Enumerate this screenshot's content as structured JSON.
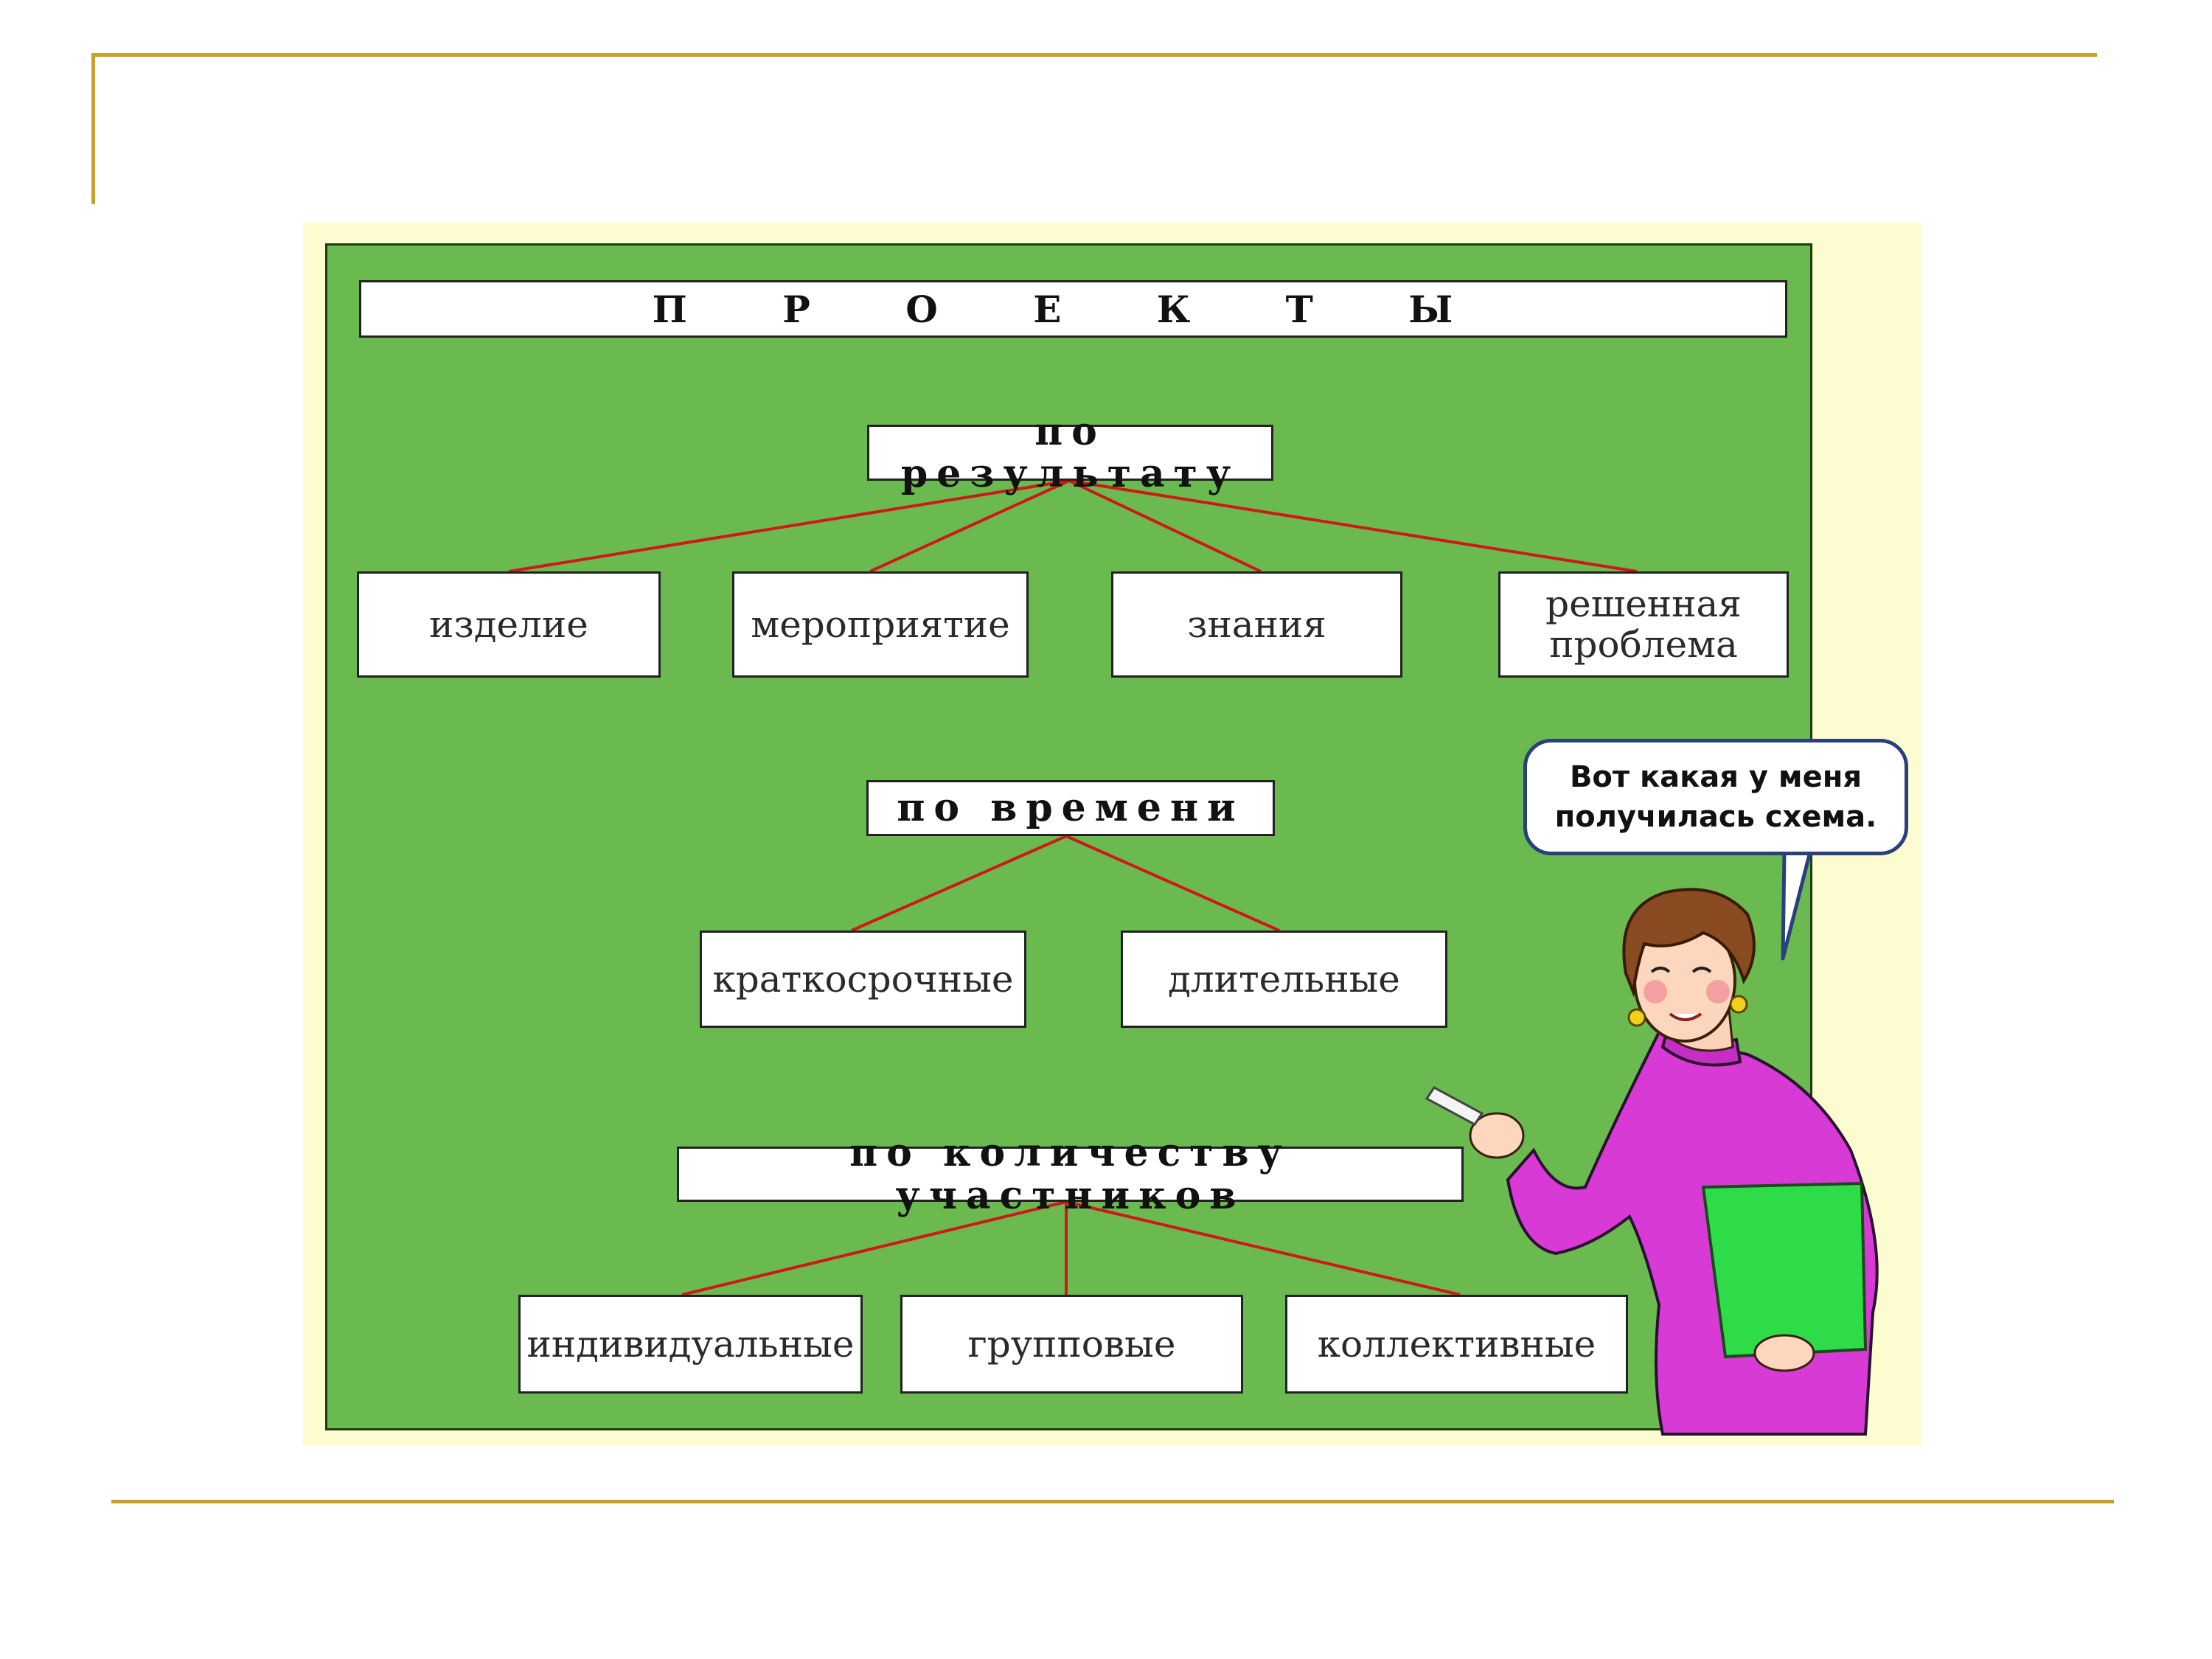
{
  "diagram": {
    "title": "П Р О Е К Т Ы",
    "groups": [
      {
        "label": "по результату",
        "items": [
          "изделие",
          "мероприятие",
          "знания",
          "решенная проблема"
        ]
      },
      {
        "label": "по времени",
        "items": [
          "краткосрочные",
          "длительные"
        ]
      },
      {
        "label": "по количеству участников",
        "items": [
          "индивидуальные",
          "групповые",
          "коллективные"
        ]
      }
    ]
  },
  "speech_bubble": {
    "text": "Вот какая у меня получилась схема."
  },
  "colors": {
    "board": "#6aba4f",
    "connector": "#d01818",
    "frame": "#c8a02a",
    "backdrop": "#fdfbd0"
  }
}
